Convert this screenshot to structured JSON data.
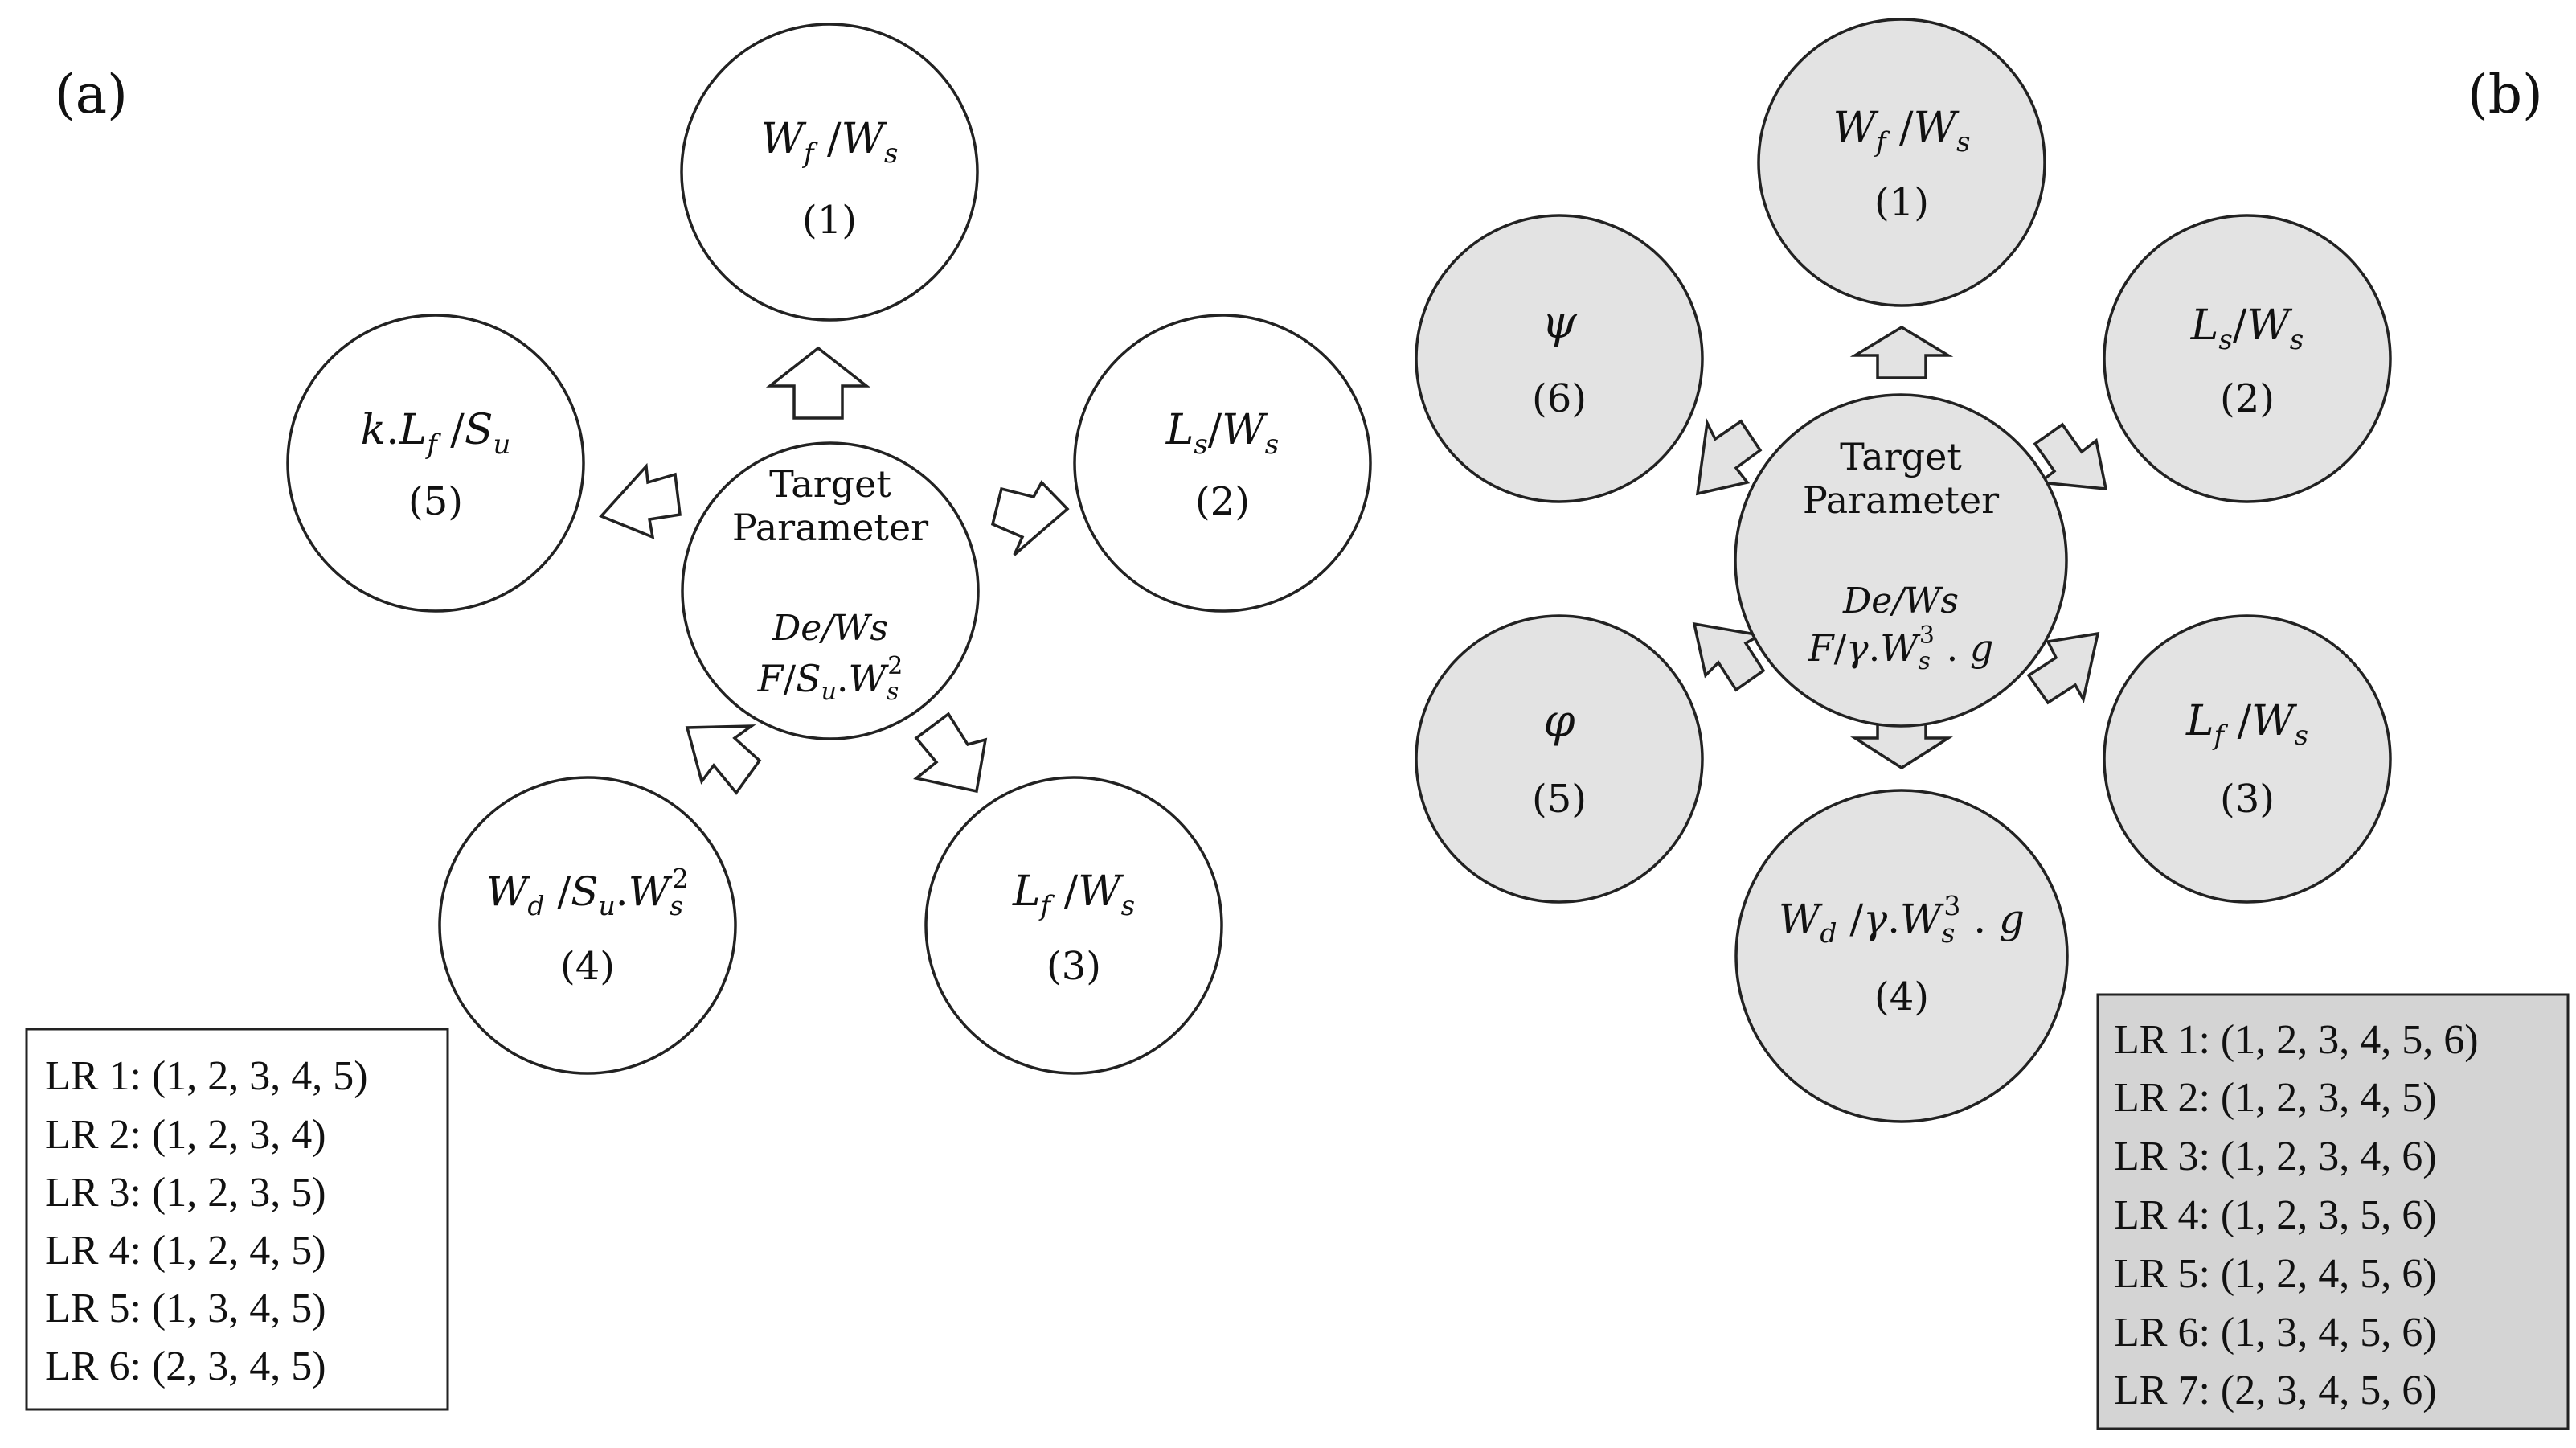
{
  "panel_a": {
    "label": "(a)",
    "center": {
      "line1": "Target",
      "line2": "Parameter",
      "line3": "De/Ws",
      "line4": "F/S_u.W_s^2"
    },
    "nodes": [
      {
        "id": "1",
        "expr": "W_f / W_s",
        "num": "(1)"
      },
      {
        "id": "2",
        "expr": "L_s / W_s",
        "num": "(2)"
      },
      {
        "id": "3",
        "expr": "L_f / W_s",
        "num": "(3)"
      },
      {
        "id": "4",
        "expr": "W_d / S_u.W_s^2",
        "num": "(4)"
      },
      {
        "id": "5",
        "expr": "k.L_f / S_u",
        "num": "(5)"
      }
    ],
    "legend": [
      "LR 1: (1, 2, 3, 4, 5)",
      "LR 2: (1, 2, 3, 4)",
      "LR 3: (1, 2, 3, 5)",
      "LR 4: (1, 2, 4, 5)",
      "LR 5: (1, 3, 4, 5)",
      "LR 6: (2, 3, 4, 5)"
    ]
  },
  "panel_b": {
    "label": "(b)",
    "center": {
      "line1": "Target",
      "line2": "Parameter",
      "line3": "De/Ws",
      "line4": "F/γ.W_s^3 . g"
    },
    "nodes": [
      {
        "id": "1",
        "expr": "W_f / W_s",
        "num": "(1)"
      },
      {
        "id": "2",
        "expr": "L_s / W_s",
        "num": "(2)"
      },
      {
        "id": "3",
        "expr": "L_f / W_s",
        "num": "(3)"
      },
      {
        "id": "4",
        "expr": "W_d / γ.W_s^3 . g",
        "num": "(4)"
      },
      {
        "id": "5",
        "expr": "φ",
        "num": "(5)"
      },
      {
        "id": "6",
        "expr": "ψ",
        "num": "(6)"
      }
    ],
    "legend": [
      "LR 1: (1, 2, 3, 4, 5, 6)",
      "LR 2: (1, 2, 3, 4, 5)",
      "LR 3: (1, 2, 3, 4, 6)",
      "LR 4: (1, 2, 3, 5, 6)",
      "LR 5: (1, 2, 4, 5, 6)",
      "LR 6: (1, 3, 4, 5, 6)",
      "LR 7: (2, 3, 4, 5, 6)"
    ]
  },
  "colors": {
    "panel_b_fill": "#e3e3e3",
    "panel_b_legend_fill": "#d4d4d4",
    "stroke": "#222222"
  }
}
